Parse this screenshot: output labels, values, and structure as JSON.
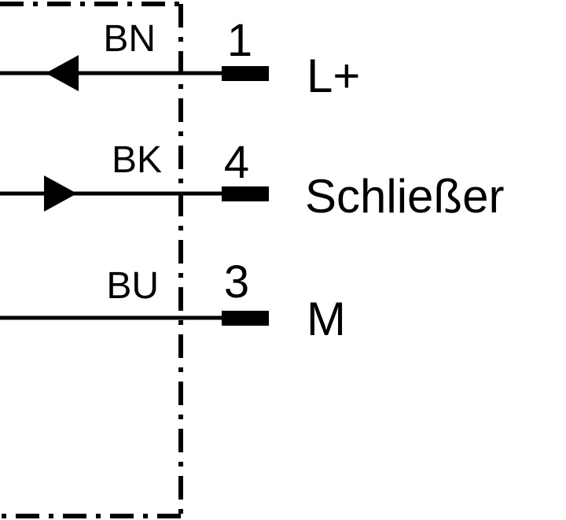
{
  "connections": [
    {
      "wire_color": "BN",
      "pin": "1",
      "signal": "L+",
      "arrow": "left"
    },
    {
      "wire_color": "BK",
      "pin": "4",
      "signal": "Schließer",
      "arrow": "right"
    },
    {
      "wire_color": "BU",
      "pin": "3",
      "signal": "M",
      "arrow": "none"
    }
  ],
  "colors": {
    "line": "#000000",
    "background": "#ffffff"
  }
}
